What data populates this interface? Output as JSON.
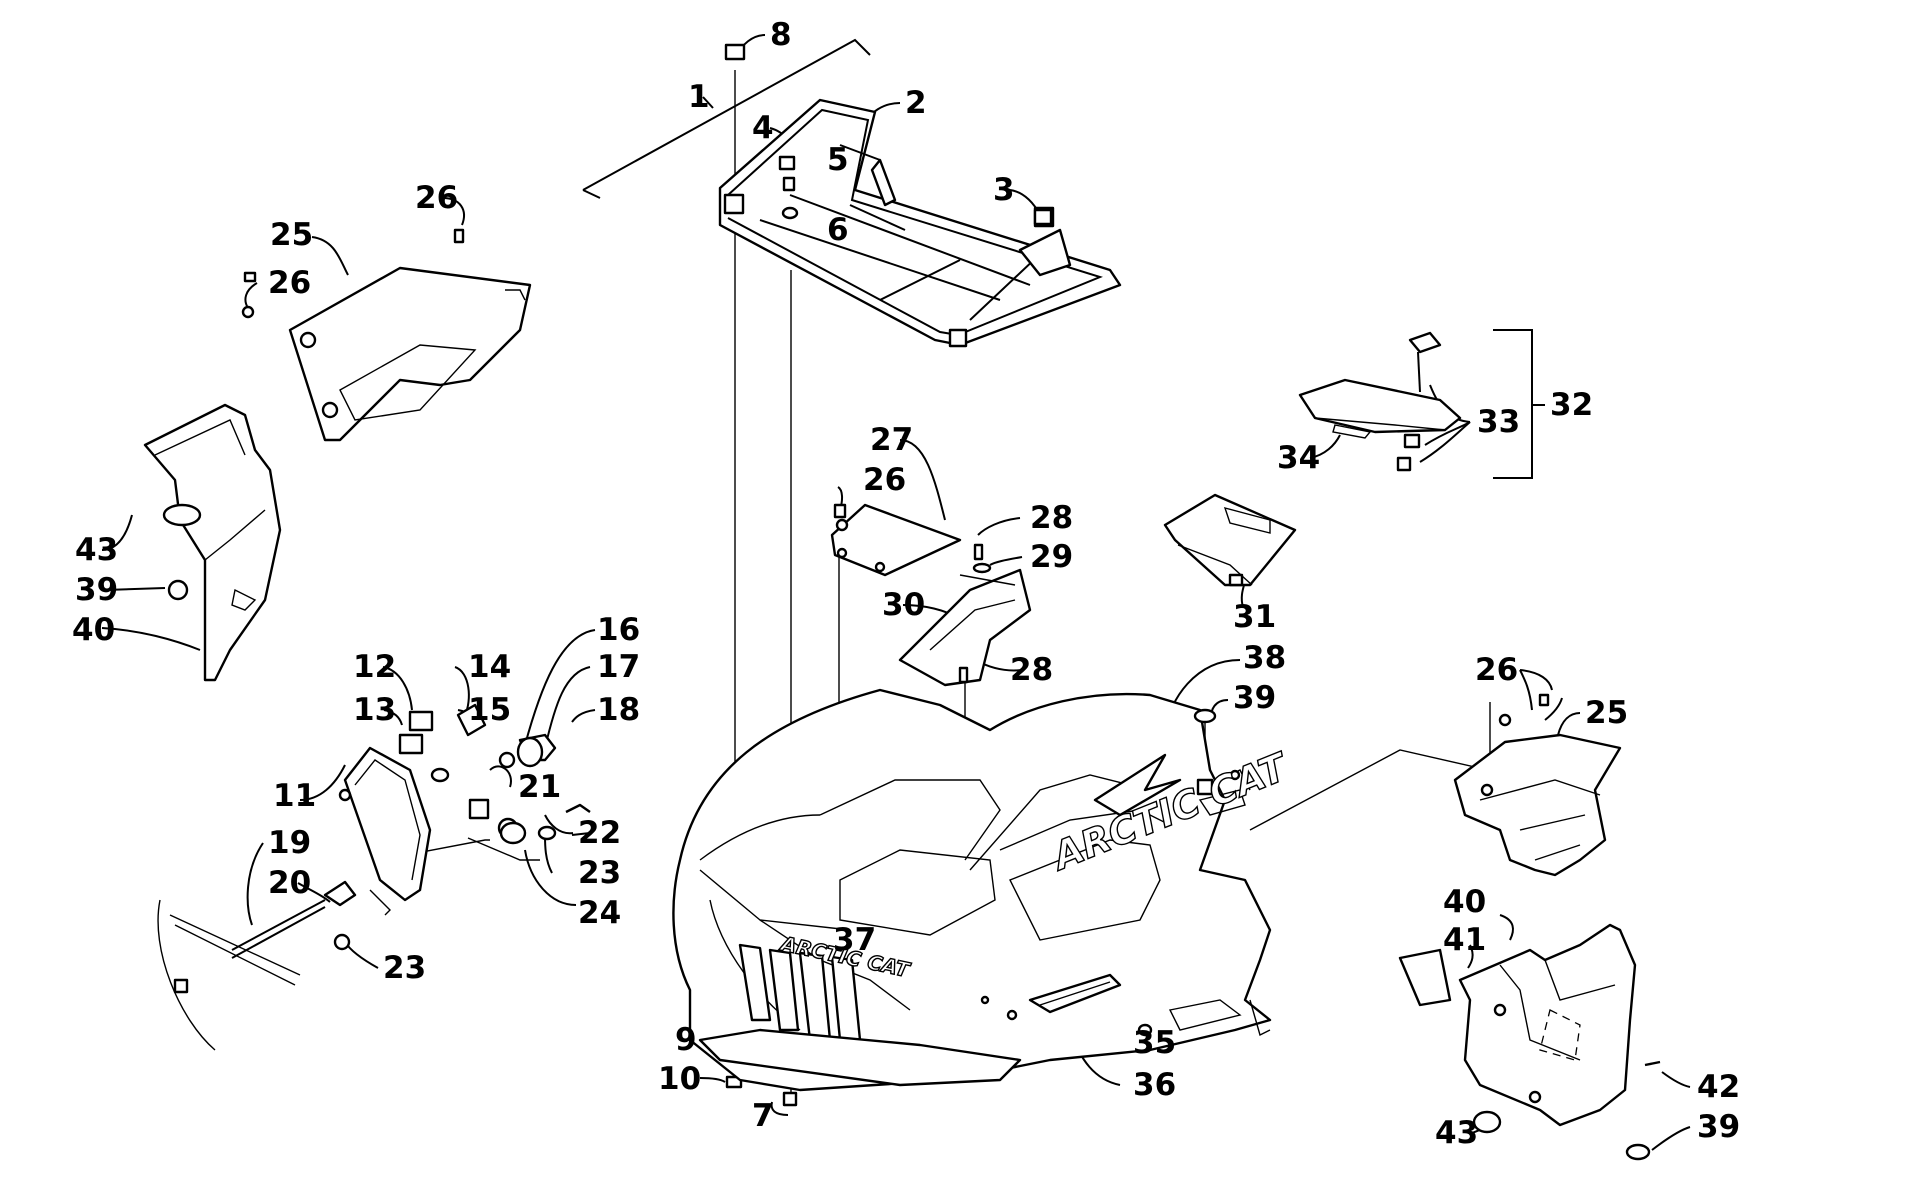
{
  "callouts": [
    {
      "id": "c1",
      "text": "1"
    },
    {
      "id": "c2",
      "text": "2"
    },
    {
      "id": "c3",
      "text": "3"
    },
    {
      "id": "c4",
      "text": "4"
    },
    {
      "id": "c5",
      "text": "5"
    },
    {
      "id": "c6",
      "text": "6"
    },
    {
      "id": "c7",
      "text": "7"
    },
    {
      "id": "c8",
      "text": "8"
    },
    {
      "id": "c9",
      "text": "9"
    },
    {
      "id": "c10",
      "text": "10"
    },
    {
      "id": "c11",
      "text": "11"
    },
    {
      "id": "c12",
      "text": "12"
    },
    {
      "id": "c13",
      "text": "13"
    },
    {
      "id": "c14",
      "text": "14"
    },
    {
      "id": "c15",
      "text": "15"
    },
    {
      "id": "c16",
      "text": "16"
    },
    {
      "id": "c17",
      "text": "17"
    },
    {
      "id": "c18",
      "text": "18"
    },
    {
      "id": "c19",
      "text": "19"
    },
    {
      "id": "c20",
      "text": "20"
    },
    {
      "id": "c21",
      "text": "21"
    },
    {
      "id": "c22",
      "text": "22"
    },
    {
      "id": "c23a",
      "text": "23"
    },
    {
      "id": "c23b",
      "text": "23"
    },
    {
      "id": "c24",
      "text": "24"
    },
    {
      "id": "c25a",
      "text": "25"
    },
    {
      "id": "c25b",
      "text": "25"
    },
    {
      "id": "c26a",
      "text": "26"
    },
    {
      "id": "c26b",
      "text": "26"
    },
    {
      "id": "c26c",
      "text": "26"
    },
    {
      "id": "c26d",
      "text": "26"
    },
    {
      "id": "c27",
      "text": "27"
    },
    {
      "id": "c28a",
      "text": "28"
    },
    {
      "id": "c28b",
      "text": "28"
    },
    {
      "id": "c29",
      "text": "29"
    },
    {
      "id": "c30",
      "text": "30"
    },
    {
      "id": "c31",
      "text": "31"
    },
    {
      "id": "c32",
      "text": "32"
    },
    {
      "id": "c33",
      "text": "33"
    },
    {
      "id": "c34",
      "text": "34"
    },
    {
      "id": "c35",
      "text": "35"
    },
    {
      "id": "c36",
      "text": "36"
    },
    {
      "id": "c37",
      "text": "37"
    },
    {
      "id": "c38",
      "text": "38"
    },
    {
      "id": "c39a",
      "text": "39"
    },
    {
      "id": "c39b",
      "text": "39"
    },
    {
      "id": "c39c",
      "text": "39"
    },
    {
      "id": "c40a",
      "text": "40"
    },
    {
      "id": "c40b",
      "text": "40"
    },
    {
      "id": "c41",
      "text": "41"
    },
    {
      "id": "c42",
      "text": "42"
    },
    {
      "id": "c43a",
      "text": "43"
    },
    {
      "id": "c43b",
      "text": "43"
    }
  ],
  "branding": {
    "hood_logo": "ARCTIC CAT",
    "front_logo": "ARCTIC CAT"
  }
}
